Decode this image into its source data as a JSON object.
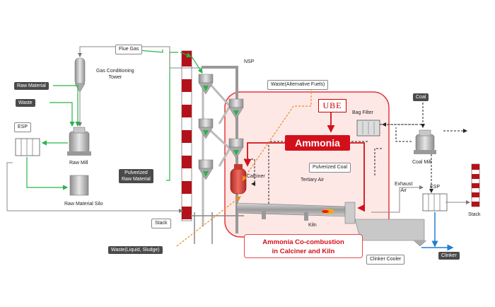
{
  "labels": {
    "flue_gas": "Flue Gas",
    "gas_conditioning_tower": "Gas Conditioning\nTower",
    "nsp": "NSP",
    "raw_material": "Raw Material",
    "waste": "Waste",
    "esp_left": "ESP",
    "raw_mill": "Raw Mill",
    "pulverized_raw_material": "Pulverized\nRaw Material",
    "raw_material_silo": "Raw Material Silo",
    "stack_left": "Stack",
    "waste_liquid_sludge": "Waste(Liquid, Sludge)",
    "waste_alternative_fuels": "Waste(Alternative Fuels)",
    "ube": "UBE",
    "bag_filter": "Bag Filter",
    "coal": "Coal",
    "coal_mill": "Coal Mill",
    "ammonia": "Ammonia",
    "calciner": "Calciner",
    "pulverized_coal": "Pulverized Coal",
    "tertiary_air": "Tertiary Air",
    "exhaust_air": "Exhaust\nAir",
    "esp_right": "ESP",
    "stack_right": "Stack",
    "kiln": "Kiln",
    "clinker_cooler": "Clinker Cooler",
    "clinker": "Clinker",
    "co_combustion": "Ammonia Co-combustion\nin Calciner and Kiln"
  },
  "colors": {
    "green_flow": "#2ab34a",
    "gray_flow": "#8a8a8a",
    "red_flow": "#d3101a",
    "orange_waste": "#f08a24",
    "highlight_fill": "#fde8e6",
    "highlight_border": "#e5383b",
    "clinker_arrow": "#1f7fd0"
  }
}
